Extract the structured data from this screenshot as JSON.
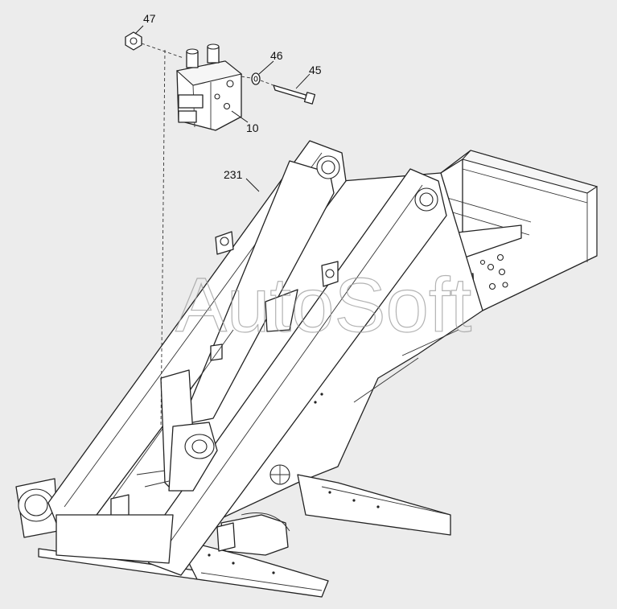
{
  "callouts": [
    {
      "id": "47",
      "label": "47"
    },
    {
      "id": "46",
      "label": "46"
    },
    {
      "id": "45",
      "label": "45"
    },
    {
      "id": "10",
      "label": "10"
    },
    {
      "id": "231",
      "label": "231"
    }
  ],
  "watermark": "AutoSoft",
  "colors": {
    "background": "#ececec",
    "line": "#222222",
    "fill": "#ffffff",
    "watermark": "#9a9a9a"
  }
}
